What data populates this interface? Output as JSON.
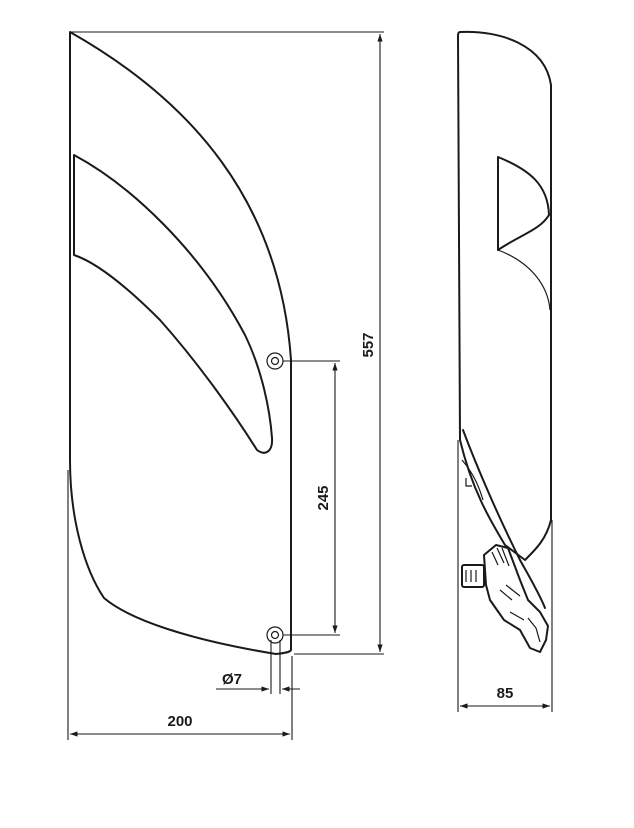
{
  "dimensions": {
    "height": "557",
    "hole_spacing": "245",
    "hole_diameter": "Ø7",
    "width": "200",
    "depth": "85"
  }
}
